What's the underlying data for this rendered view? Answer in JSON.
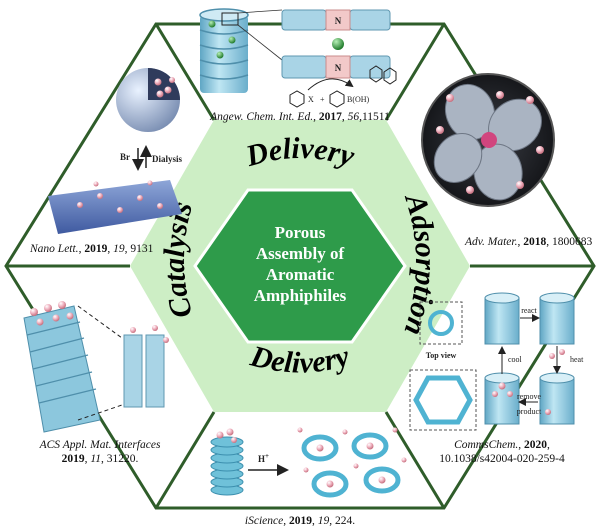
{
  "center": {
    "line1": "Porous",
    "line2": "Assembly of",
    "line3": "Aromatic",
    "line4": "Amphiphiles"
  },
  "arc_words": {
    "top": "Delivery",
    "left": "Catalysis",
    "right": "Adsorption",
    "bottom": "Delivery"
  },
  "citations": {
    "top": {
      "journal": "Angew. Chem. Int. Ed.",
      "year": "2017",
      "volume": "56",
      "page": "11511"
    },
    "right": {
      "journal": "Adv. Mater.",
      "year": "2018",
      "page": "1800683"
    },
    "left": {
      "journal": "Nano Lett.",
      "year": "2019",
      "volume": "19",
      "page": "9131"
    },
    "bottom_left": {
      "journal": "ACS Appl. Mat. Interfaces",
      "year": "2019",
      "volume": "11",
      "page": "31220."
    },
    "bottom": {
      "journal": "iScience",
      "year": "2019",
      "volume": "19",
      "page": "224."
    },
    "bottom_right": {
      "journal": "CommsChem.",
      "year": "2020",
      "doi": "10.1038/s42004-020-259-4"
    }
  },
  "labels": {
    "br": "Br",
    "dialysis": "Dialysis",
    "h_plus": "H",
    "n1": "N",
    "n2": "N",
    "reaction_x": "X",
    "reaction_plus": "+",
    "reaction_boron": "B(OH)",
    "top_view": "Top view",
    "react": "react",
    "heat": "heat",
    "cool": "cool",
    "remove_product": "remove\nproduct"
  },
  "colors": {
    "hex_outline": "#2f5d2a",
    "center_fill": "#2e9b4a",
    "outer_hex_fill": "#cdeec5",
    "cyl_blue": "#8cc7dd",
    "pink": "#e8a6b2"
  }
}
